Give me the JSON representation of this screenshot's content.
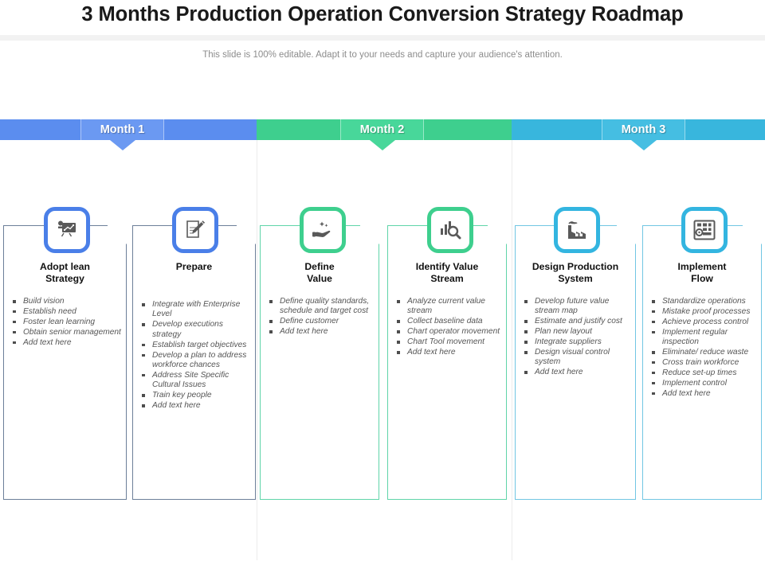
{
  "slide": {
    "title": "3 Months Production Operation Conversion Strategy Roadmap",
    "subtitle": "This slide is 100% editable. Adapt it to your needs and capture your audience's attention."
  },
  "timeline": {
    "phases": [
      {
        "label": "Month 1",
        "band_color": "#5b8def",
        "tab_color": "#6b99f2"
      },
      {
        "label": "Month 2",
        "band_color": "#3ecf8e",
        "tab_color": "#48d79a"
      },
      {
        "label": "Month 3",
        "band_color": "#38b6dd",
        "tab_color": "#45bee2"
      }
    ]
  },
  "cards": [
    {
      "icon": "presentation-board-icon",
      "accent": "#4a7fe8",
      "border": "#6c7f99",
      "title": "Adopt lean\nStrategy",
      "bullets": [
        "Build vision",
        "Establish need",
        "Foster lean learning",
        "Obtain senior management",
        "Add text here"
      ]
    },
    {
      "icon": "document-pencil-icon",
      "accent": "#4a7fe8",
      "border": "#6c7f99",
      "title": "Prepare",
      "bullets": [
        "Integrate with Enterprise Level",
        "Develop executions strategy",
        "Establish target objectives",
        "Develop a plan to address workforce chances",
        "Address Site Specific Cultural Issues",
        "Train key people",
        "Add text here"
      ]
    },
    {
      "icon": "hand-sparkle-icon",
      "accent": "#3ecf8e",
      "border": "#5fd4a9",
      "title": "Define\nValue",
      "bullets": [
        "Define quality standards, schedule and target cost",
        "Define customer",
        "Add text here"
      ]
    },
    {
      "icon": "bar-chart-magnifier-icon",
      "accent": "#3ecf8e",
      "border": "#5fd4a9",
      "title": "Identify Value\nStream",
      "bullets": [
        "Analyze current value stream",
        "Collect baseline data",
        "Chart operator movement",
        "Chart Tool movement",
        "Add text here"
      ]
    },
    {
      "icon": "factory-icon",
      "accent": "#33b5e0",
      "border": "#71c6e3",
      "title": "Design  Production\nSystem",
      "bullets": [
        "Develop future value stream map",
        "Estimate and justify cost",
        "Plan new layout",
        "Integrate suppliers",
        "Design visual control system",
        "Add text here"
      ]
    },
    {
      "icon": "process-flow-icon",
      "accent": "#33b5e0",
      "border": "#71c6e3",
      "title": "Implement\nFlow",
      "bullets": [
        "Standardize operations",
        "Mistake proof processes",
        "Achieve process control",
        "Implement regular inspection",
        "Eliminate/ reduce waste",
        "Cross train workforce",
        "Reduce set-up times",
        "Implement control",
        "Add text here"
      ]
    }
  ]
}
